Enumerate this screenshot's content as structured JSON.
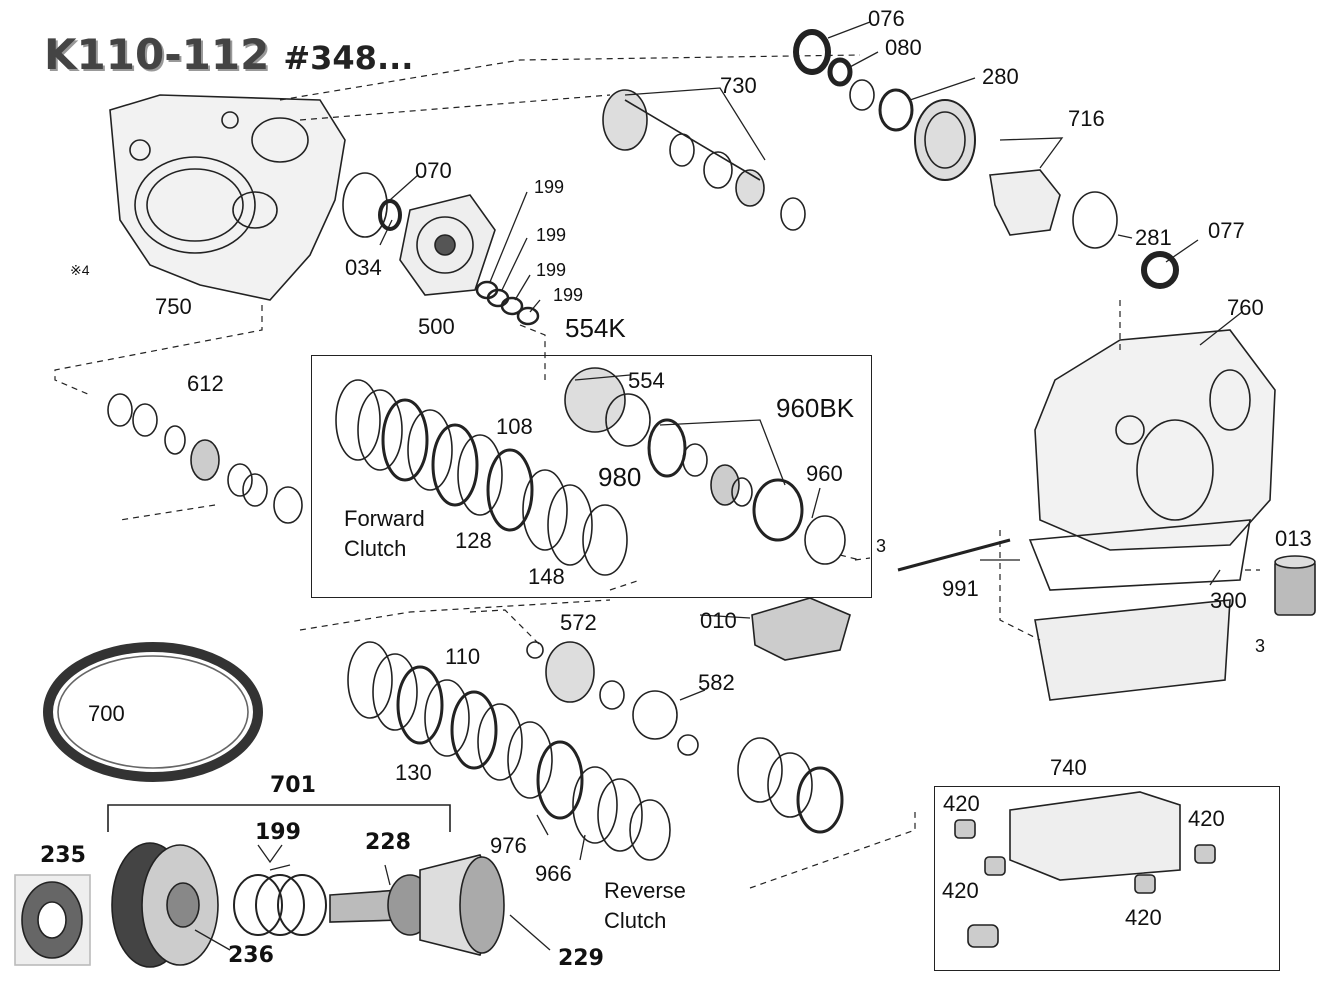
{
  "title": {
    "main": "K110-112",
    "sub": "#348..."
  },
  "labels": {
    "p076": "076",
    "p080": "080",
    "p280": "280",
    "p730": "730",
    "p716": "716",
    "p281": "281",
    "p077": "077",
    "p760": "760",
    "p070": "070",
    "p034": "034",
    "p750": "750",
    "p500": "500",
    "p199a": "199",
    "p199b": "199",
    "p199c": "199",
    "p199d": "199",
    "p554K": "554K",
    "p554": "554",
    "p960BK": "960BK",
    "p980": "980",
    "p960": "960",
    "p612": "612",
    "p108": "108",
    "p128": "128",
    "p148": "148",
    "forward_clutch": "Forward\nClutch",
    "p013": "013",
    "p991": "991",
    "p300": "300",
    "p3a": "3",
    "p3b": "3",
    "p010": "010",
    "p572": "572",
    "p582": "582",
    "p110": "110",
    "p130": "130",
    "p700": "700",
    "p976": "976",
    "p966": "966",
    "reverse_clutch": "Reverse\nClutch",
    "p740": "740",
    "p420a": "420",
    "p420b": "420",
    "p420c": "420",
    "p420d": "420",
    "p701": "701",
    "p235": "235",
    "p199e": "199",
    "p228": "228",
    "p236": "236",
    "p229": "229",
    "x4": "※4"
  },
  "colors": {
    "line": "#222222",
    "shade": "#888888",
    "dark": "#333333"
  }
}
